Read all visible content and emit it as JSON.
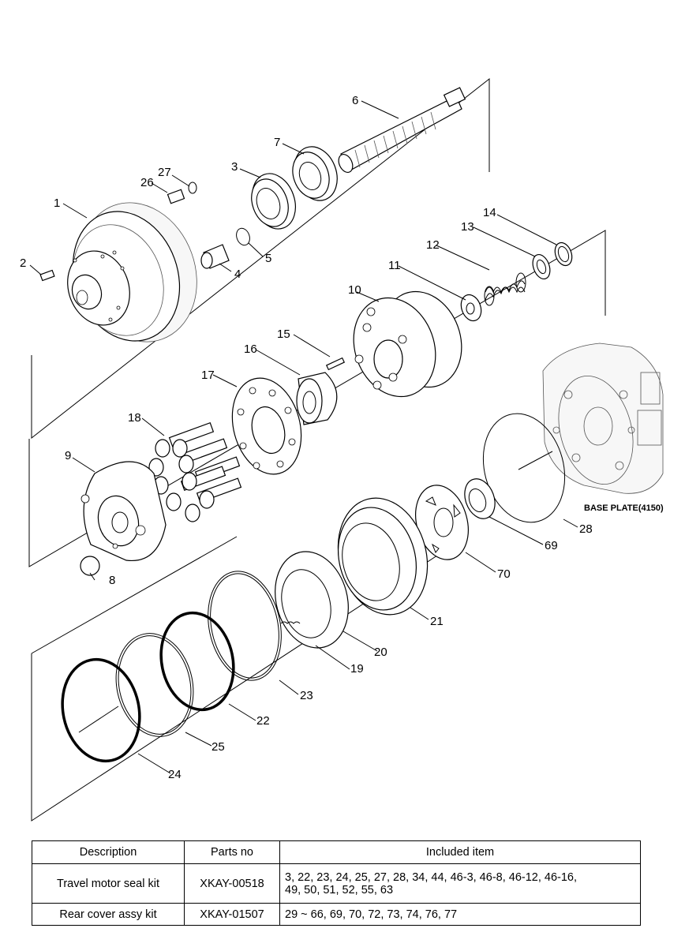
{
  "diagram": {
    "base_plate_label": "BASE PLATE(4150)",
    "callouts": [
      "1",
      "2",
      "3",
      "4",
      "5",
      "6",
      "7",
      "8",
      "9",
      "10",
      "11",
      "12",
      "13",
      "14",
      "15",
      "16",
      "17",
      "18",
      "19",
      "20",
      "21",
      "22",
      "23",
      "24",
      "25",
      "26",
      "27",
      "28",
      "69",
      "70"
    ]
  },
  "kits_table": {
    "headers": [
      "Description",
      "Parts no",
      "Included item"
    ],
    "rows": [
      {
        "description": "Travel motor seal kit",
        "parts_no": "XKAY-00518",
        "included_line1": "3, 22, 23, 24, 25, 27, 28, 34, 44, 46-3, 46-8, 46-12, 46-16,",
        "included_line2": "49, 50, 51, 52, 55, 63"
      },
      {
        "description": "Rear cover assy kit",
        "parts_no": "XKAY-01507",
        "included_line1": "29 ~ 66, 69, 70, 72, 73, 74, 76, 77"
      }
    ]
  }
}
